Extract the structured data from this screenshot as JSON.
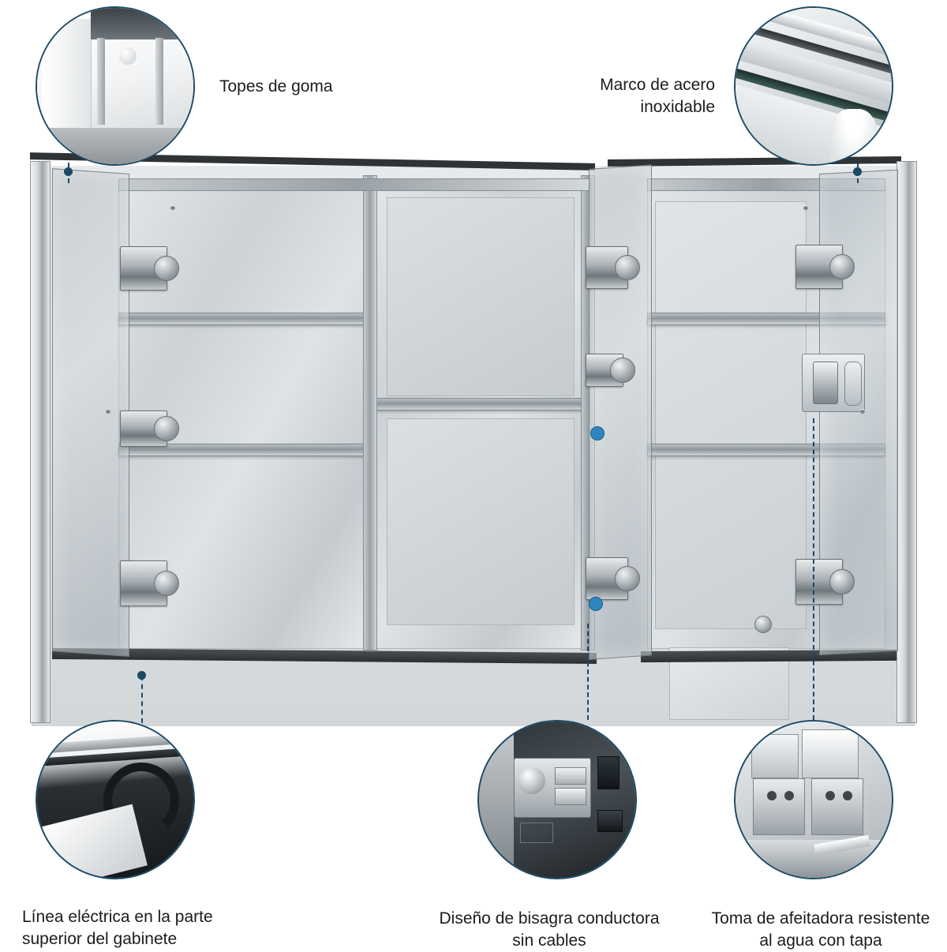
{
  "page": {
    "title": "Despiece de gabinete de bano con espejo",
    "background_color": "#ffffff",
    "accent_color": "#1b4a66",
    "text_color": "#1c1c1c"
  },
  "callouts": [
    {
      "id": "topes-de-goma",
      "label": "Topes de goma",
      "bubble": "rubber-stoppers-photo",
      "position": "top-left"
    },
    {
      "id": "marco-de-acero-inoxidable",
      "label": "Marco de acero\ninoxidable",
      "bubble": "stainless-frame-photo",
      "position": "top-right"
    },
    {
      "id": "linea-electrica",
      "label": "Línea eléctrica en la parte\nsuperior del gabinete",
      "bubble": "power-cable-photo",
      "position": "bottom-left"
    },
    {
      "id": "bisagra-conductora",
      "label": "Diseño de bisagra conductora\nsin cables",
      "bubble": "conductive-hinge-photo",
      "position": "bottom-center"
    },
    {
      "id": "toma-afeitadora",
      "label": "Toma de afeitadora resistente\nal agua con tapa",
      "bubble": "shaver-socket-photo",
      "position": "bottom-right"
    }
  ],
  "main_image": {
    "name": "medicine-cabinet-open-doors",
    "description": "Gabinete de bano de tres puertas espejo abierto mostrando estantes de vidrio, bisagras y toma de corriente"
  }
}
